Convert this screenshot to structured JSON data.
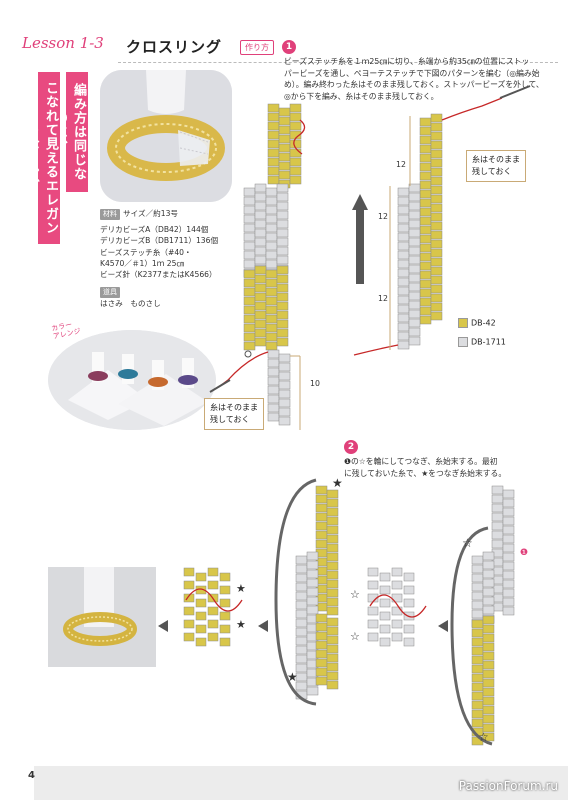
{
  "header": {
    "lesson": "Lesson 1-3",
    "title": "クロスリング"
  },
  "tagline": {
    "col1": "編み方は同じなのに、",
    "col2": "こなれて見えるエレガントなリング"
  },
  "materials": {
    "tag": "材料",
    "size": "サイズ／約13号",
    "items": [
      "デリカビーズA（DB42）144個",
      "デリカビーズB（DB1711）136個",
      "ビーズステッチ糸（#40・",
      "K4570／＃1）1ｍ 25㎝",
      "ビーズ針（K2377またはK4566）"
    ],
    "tools_tag": "道具",
    "tools": "はさみ　ものさし"
  },
  "color_arrange": {
    "line1": "カラー",
    "line2": "アレンジ"
  },
  "steps_label": "作り方",
  "step1": {
    "num": "1",
    "text": [
      "ビーズステッチ糸を１ｍ25㎝に切り、糸端から約35㎝の位置にストッ",
      "パービーズを通し、ペヨーテステッチで下図のパターンを編む（◎編み始",
      "め）。編み終わった糸はそのまま残しておく。ストッパービーズを外して、",
      "◎から下を編み、糸はそのまま残しておく。"
    ],
    "note_top": [
      "糸はそのまま",
      "残しておく"
    ],
    "note_bottom": [
      "糸はそのまま",
      "残しておく"
    ],
    "count_top": "12",
    "count_mid": "12",
    "count_low": "12",
    "count_bottom": "10",
    "legend": [
      {
        "label": "DB-42",
        "color": "#d8c64a"
      },
      {
        "label": "DB-1711",
        "color": "#dcdde0"
      }
    ]
  },
  "step2": {
    "num": "2",
    "text": [
      "❶の☆を輪にしてつなぎ、糸始末する。最初",
      "に残しておいた糸で、★をつなぎ糸始末する。"
    ],
    "marker": "❶",
    "star_black": "★",
    "star_white": "☆"
  },
  "colors": {
    "gold": "#d8c64a",
    "silver": "#dcdde0",
    "accent": "#e0407a",
    "thread": "#c62828"
  },
  "page": {
    "number": "4",
    "site": "PassionForum.ru"
  }
}
